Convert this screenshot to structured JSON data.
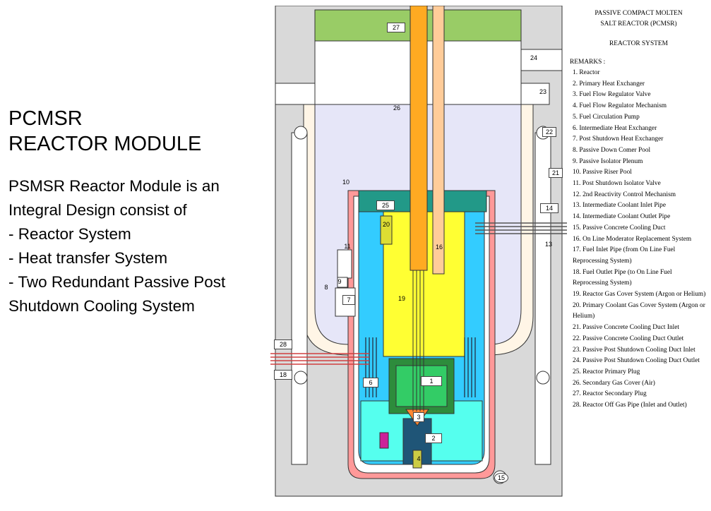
{
  "left": {
    "title_line1": "PCMSR",
    "title_line2": "REACTOR MODULE",
    "lead": "PSMSR Reactor Module is an Integral Design consist of",
    "bullets": [
      "- Reactor System",
      "- Heat transfer System",
      "- Two Redundant Passive Post Shutdown Cooling System"
    ]
  },
  "side": {
    "title_line1": "PASSIVE COMPACT MOLTEN",
    "title_line2": "SALT REACTOR (PCMSR)",
    "subtitle": "REACTOR SYSTEM",
    "remarks_label": "REMARKS :",
    "remarks": [
      "1. Reactor",
      "2. Primary Heat Exchanger",
      "3. Fuel Flow Regulator Valve",
      "4. Fuel Flow Regulator Mechanism",
      "5. Fuel Circulation Pump",
      "6. Intermediate Heat Exchanger",
      "7. Post Shutdown Heat Exchanger",
      "8. Passive Down Comer Pool",
      "9. Passive Isolator Plenum",
      "10. Passive Riser Pool",
      "11. Post Shutdown Isolator Valve",
      "12. 2nd Reactivity Control Mechanism",
      "13. Intermediate Coolant Inlet Pipe",
      "14. Intermediate Coolant Outlet Pipe",
      "15. Passive Concrete Cooling Duct",
      "16. On Line Moderator Replacement System",
      "17. Fuel Inlet Pipe (from On Line Fuel Reprocessing System)",
      "18. Fuel Outlet Pipe (to On Line Fuel Reprocessing System)",
      "19. Reactor Gas Cover System (Argon or Helium)",
      "20. Primary Coolant Gas Cover System (Argon or Helium)",
      "21. Passive Concrete Cooling Duct Inlet",
      "22. Passive Concrete Cooling Duct Outlet",
      "23. Passive Post Shutdown Cooling Duct Inlet",
      "24. Passive Post Shutdown Cooling Duct Outlet",
      "25. Reactor Primary Plug",
      "26. Secondary Gas Cover (Air)",
      "27. Reactor Secondary Plug",
      "28. Reactor Off Gas Pipe (Inlet and Outlet)"
    ]
  },
  "diagram": {
    "labels": [
      "27",
      "24",
      "23",
      "26",
      "22",
      "21",
      "10",
      "25",
      "14",
      "20",
      "13",
      "11",
      "16",
      "9",
      "8",
      "7",
      "19",
      "28",
      "18",
      "6",
      "1",
      "3",
      "2",
      "4",
      "15"
    ],
    "colors": {
      "concrete": "#d9d9d9",
      "pool": "#e6e6f8",
      "salt_hot": "#ffff33",
      "coolant": "#33ccff",
      "plug": "#99cc66",
      "vessel_red": "#ff9999",
      "fuel_pipe": "#ffaa22",
      "teal": "#229988"
    }
  }
}
